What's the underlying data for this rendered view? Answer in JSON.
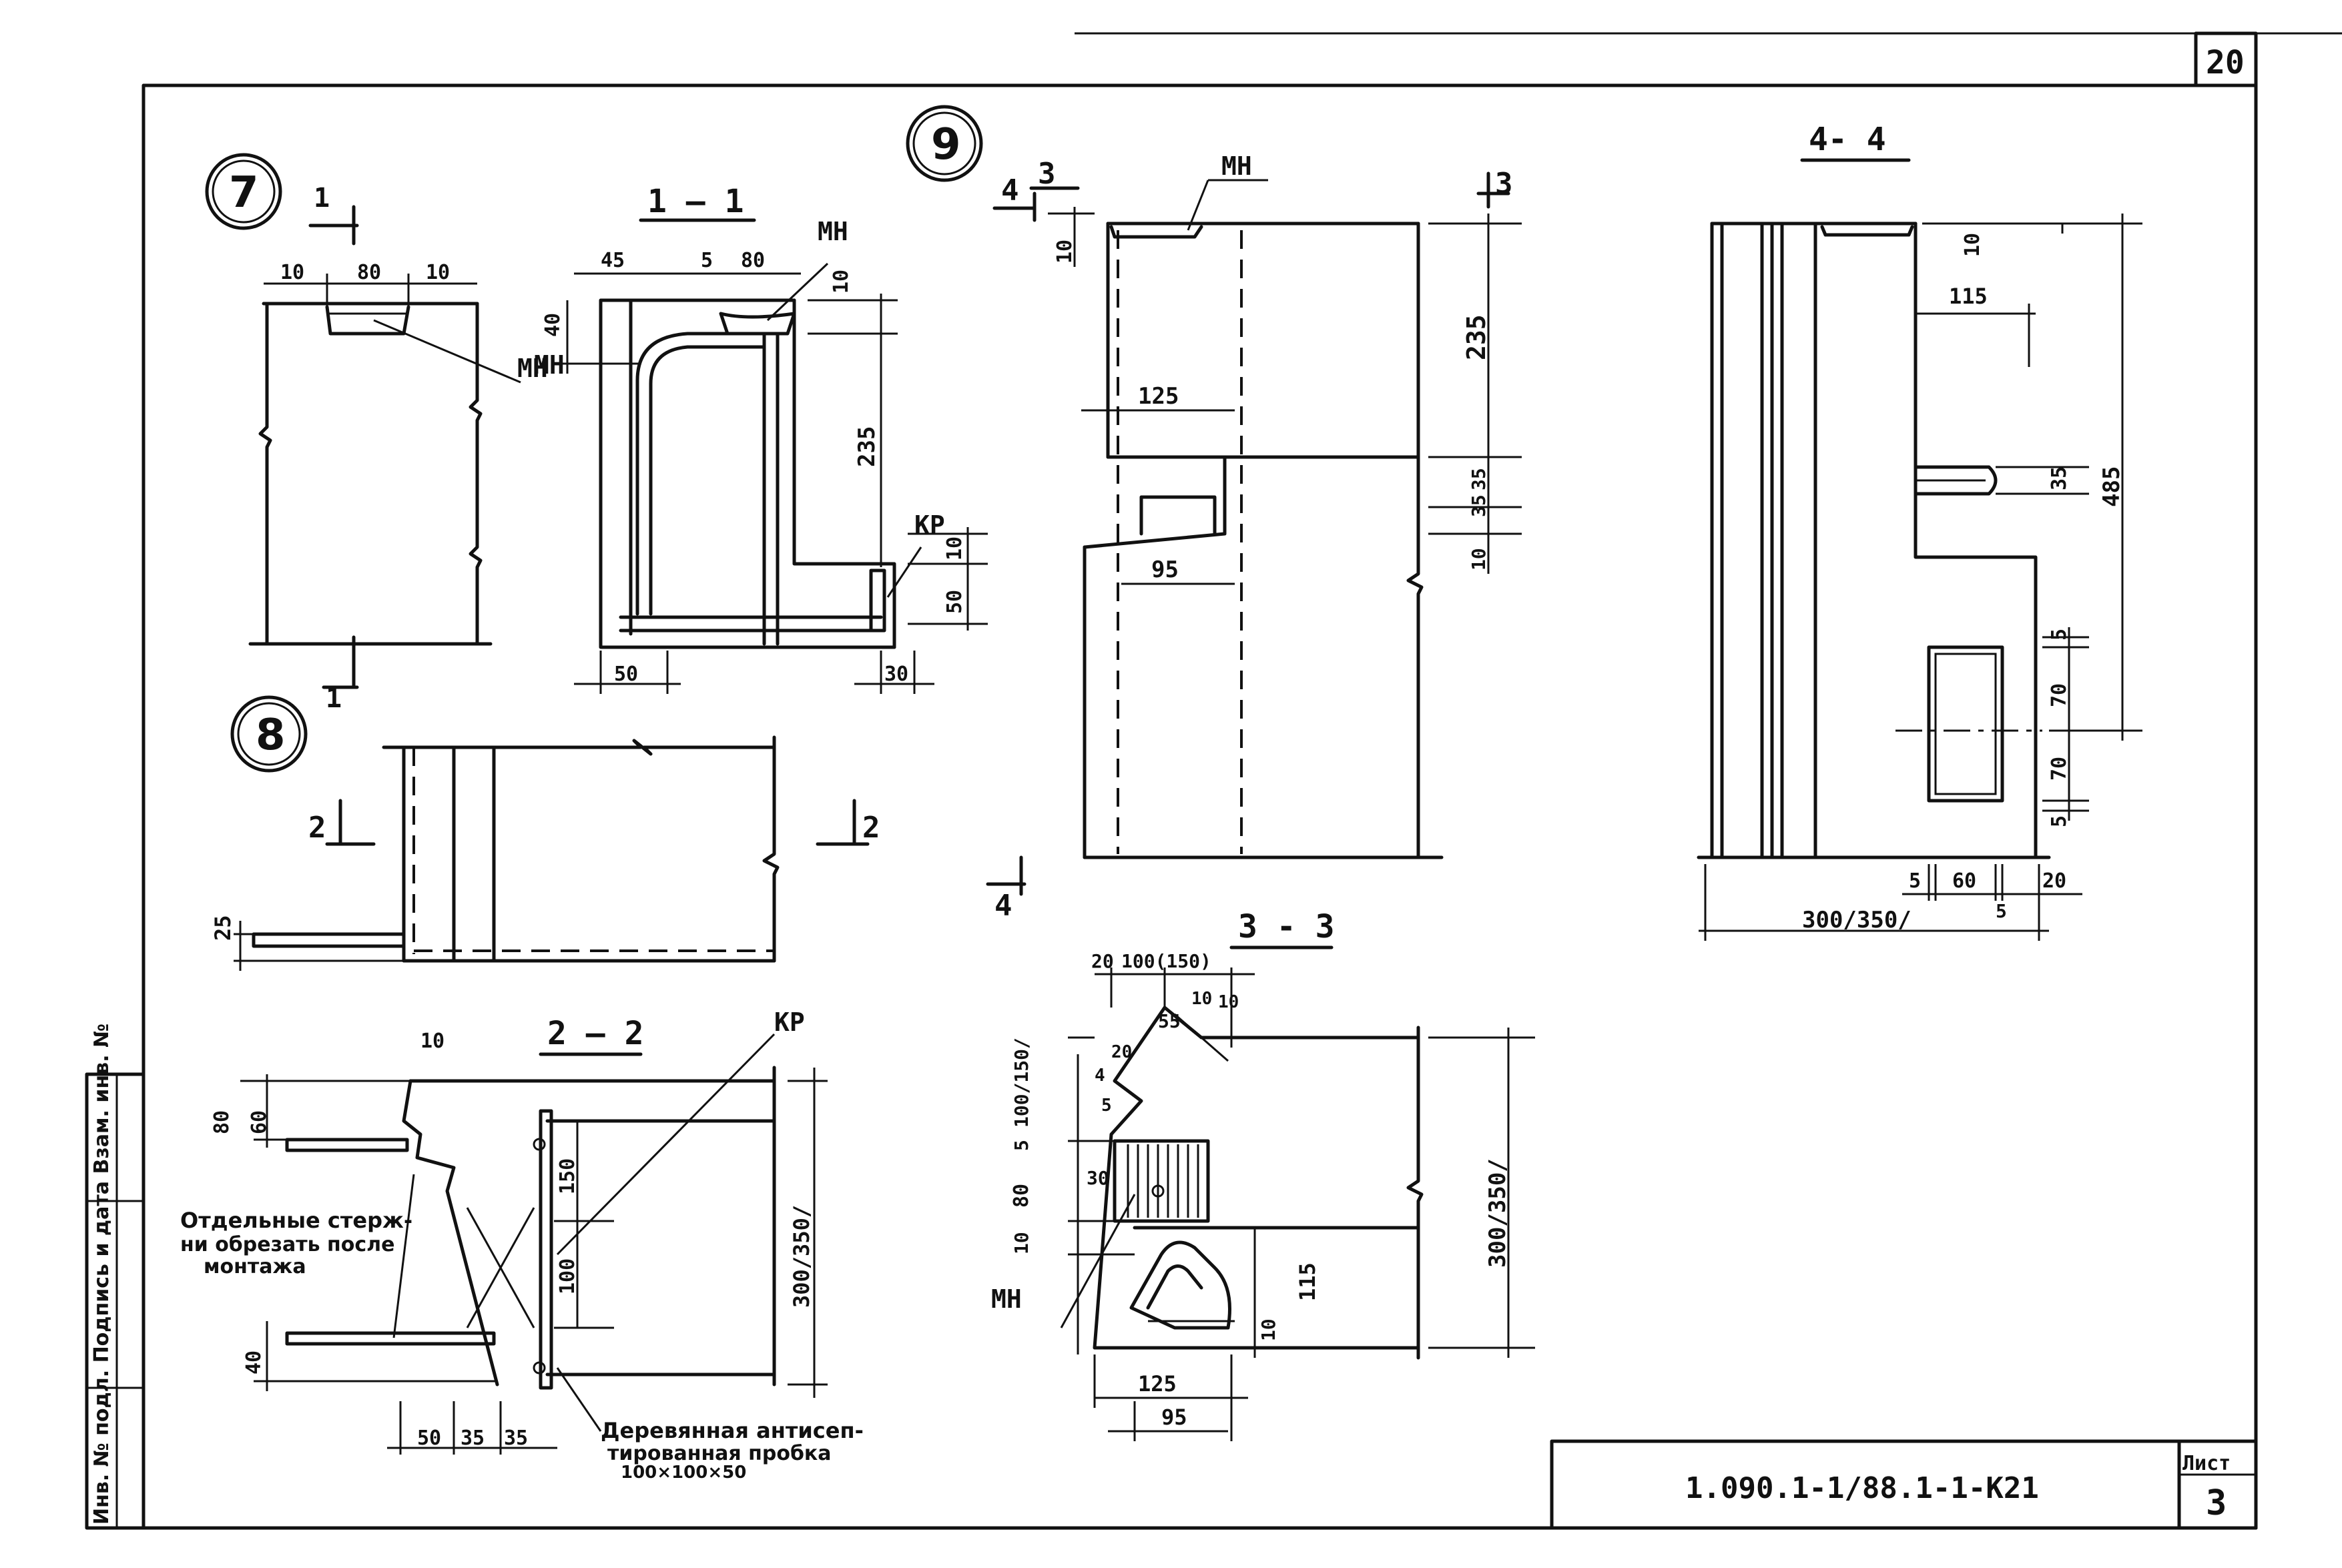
{
  "sheet_page": "20",
  "doc_code": "1.090.1-1/88.1-1-К21",
  "sheet_label": "Лист",
  "sheet_no": "3",
  "side_stamp": "Инв. № подл. Подпись и дата Взам. инв. №",
  "callouts": [
    "7",
    "8",
    "9"
  ],
  "section_titles": {
    "s11": "1 — 1",
    "s22": "2 — 2",
    "s33": "3 - 3",
    "s44": "4- 4"
  },
  "cut_marks": {
    "c1": "1",
    "c2": "2",
    "c3": "3",
    "c4": "4"
  },
  "labels": {
    "mn": "МН",
    "kr": "КР"
  },
  "notes": {
    "n1": [
      "Отдельные стерж-",
      "ни обрезать после",
      "монтажа"
    ],
    "n2": [
      "Деревянная антисеп-",
      "тированная пробка",
      "100×100×50"
    ]
  },
  "dims": {
    "d7_10a": "10",
    "d7_80": "80",
    "d7_10b": "10",
    "d11_45": "45",
    "d11_5": "5",
    "d11_80": "80",
    "d11_40": "40",
    "d11_10": "10",
    "d11_235": "235",
    "d11_10b": "10",
    "d11_50v": "50",
    "d11_50": "50",
    "d11_30": "30",
    "d8_25": "25",
    "d22_10": "10",
    "d22_80": "80",
    "d22_60": "60",
    "d22_150": "150",
    "d22_100": "100",
    "d22_40": "40",
    "d22_50": "50",
    "d22_35a": "35",
    "d22_35b": "35",
    "d22_300": "300/350/",
    "d9_10": "10",
    "d9_235": "235",
    "d9_125": "125",
    "d9_35a": "35",
    "d9_35b": "35",
    "d9_10b": "10",
    "d9_95": "95",
    "d33_20": "20",
    "d33_100": "100(150)",
    "d33_55": "55",
    "d33_10a": "10",
    "d33_10b": "10",
    "d33_4": "4",
    "d33_20b": "20",
    "d33_5": "5",
    "d33_100v": "100/150/",
    "d33_80": "80",
    "d33_5b": "5",
    "d33_30": "30",
    "d33_10c": "10",
    "d33_115": "115",
    "d33_10d": "10",
    "d33_125": "125",
    "d33_95": "95",
    "d33_300": "300/350/",
    "d44_10": "10",
    "d44_115": "115",
    "d44_35": "35",
    "d44_485": "485",
    "d44_5a": "5",
    "d44_70a": "70",
    "d44_70b": "70",
    "d44_5b": "5",
    "d44_5c": "5",
    "d44_60": "60",
    "d44_20": "20",
    "d44_5d": "5",
    "d44_300": "300/350/"
  }
}
